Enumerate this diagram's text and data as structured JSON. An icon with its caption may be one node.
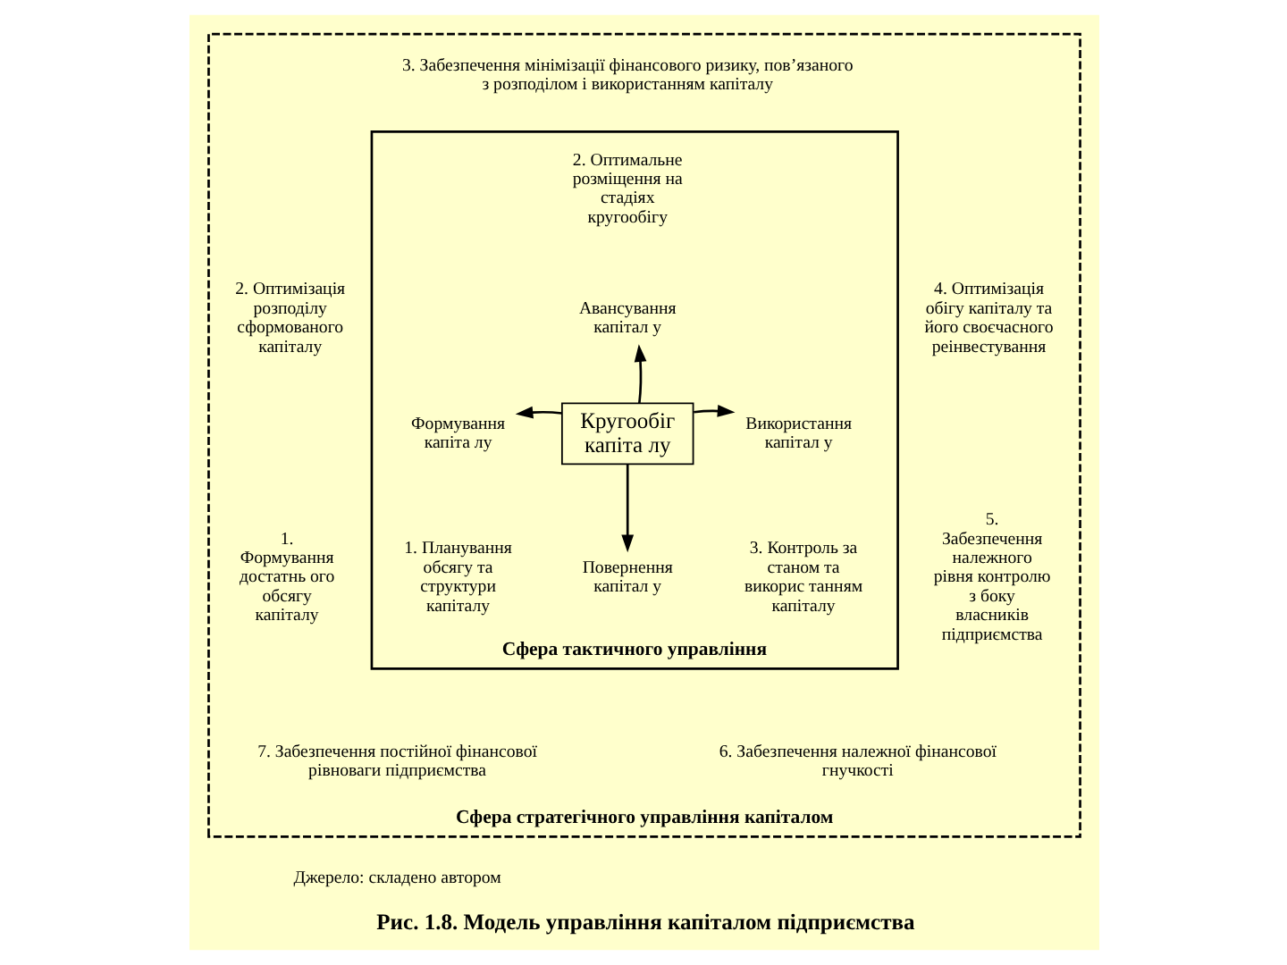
{
  "diagram": {
    "caption": "Рис. 1.8. Модель управління капіталом підприємства",
    "nodes": [
      {
        "text": [
          "Сфера стратегічного управління капіталом"
        ]
      },
      {
        "text": [
          "Сфера тактичного управління"
        ],
        "in": 0
      },
      {
        "text": [
          "Кругообіг капіта лу"
        ],
        "in": 1
      },
      {
        "text": [
          "Авансування капітал у"
        ],
        "in": 1
      },
      {
        "text": [
          "Формування капіта лу"
        ],
        "in": 1
      },
      {
        "text": [
          "Використання капітал у"
        ],
        "in": 1
      },
      {
        "text": [
          "Повернення капітал у"
        ],
        "in": 1
      }
    ],
    "edges": [
      {
        "from": 2,
        "to": 3,
        "arrow": "to"
      },
      {
        "from": 2,
        "to": 4,
        "arrow": "to"
      },
      {
        "from": 2,
        "to": 5,
        "arrow": "to"
      },
      {
        "from": 2,
        "to": 6,
        "arrow": "to"
      }
    ],
    "labels": [
      "3. Забезпечення мінімізації фінансового ризику, пов’язаного з розподілом і використанням капіталу",
      "2. Оптимізація розподілу сформованого капіталу",
      "2. Оптимальне розміщення на стадіях кругообігу",
      "4. Оптимізація обігу капіталу та його своєчасного реінвестування",
      "1. Формування достатнь ого обсягу капіталу",
      "1. Планування обсягу та структури капіталу",
      "3. Контроль за станом та викорис танням капіталу",
      "5. Забезпечення належного рівня контролю з боку власників підприємства",
      "7. Забезпечення постійної фінансової рівноваги підприємства",
      "6. Забезпечення належної фінансової гнучкості",
      "Джерело: складено автором"
    ]
  }
}
